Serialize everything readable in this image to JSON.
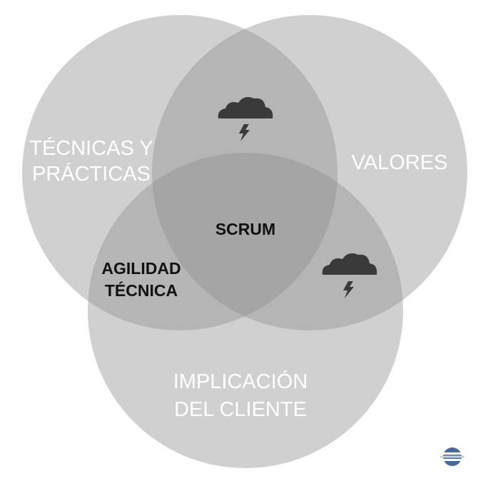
{
  "circles": [
    {
      "id": "tecnicas",
      "label_lines": [
        "TÉCNICAS Y",
        "PRÁCTICAS"
      ]
    },
    {
      "id": "valores",
      "label_lines": [
        "VALORES"
      ]
    },
    {
      "id": "implicacion",
      "label_lines": [
        "IMPLICACIÓN",
        "DEL CLIENTE"
      ]
    }
  ],
  "intersections": {
    "center": "SCRUM",
    "tecnicas_implicacion": [
      "AGILIDAD",
      "TÉCNICA"
    ]
  },
  "icons": [
    "storm-cloud-icon",
    "storm-cloud-icon",
    "logo-icon"
  ],
  "colors": {
    "circle_fill": "#8f8f8f",
    "cloud": "#3a3a3a",
    "logo_blue": "#4a6a9a",
    "background": "#ffffff"
  }
}
